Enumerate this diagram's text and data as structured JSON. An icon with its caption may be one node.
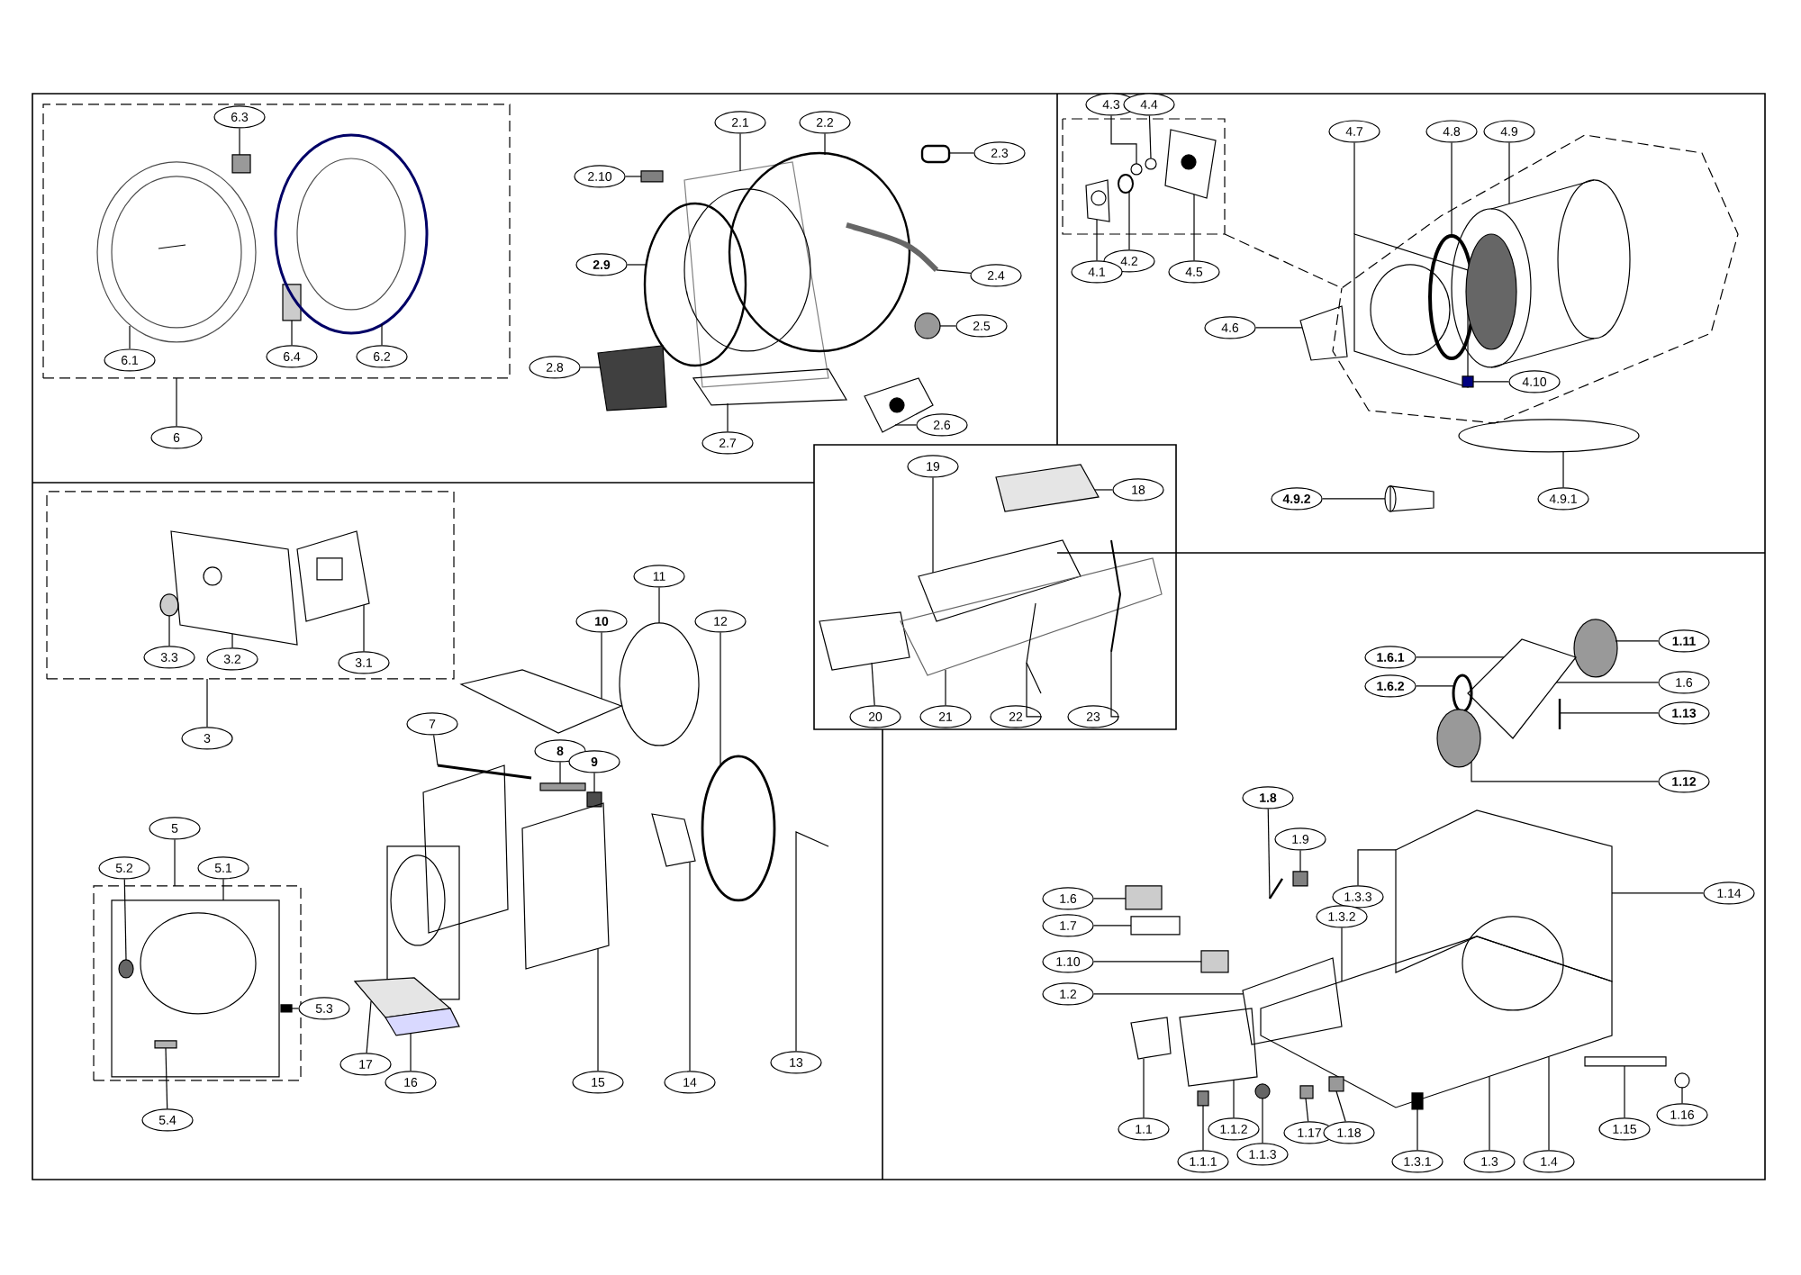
{
  "diagram": {
    "nodes": [
      {
        "text": [],
        "shape": "box"
      },
      {
        "text": [],
        "shape": "box"
      },
      {
        "text": [],
        "shape": "box"
      },
      {
        "text": [
          "6.3"
        ],
        "in": 0
      },
      {
        "text": [
          "6.1"
        ],
        "in": 0
      },
      {
        "text": [
          "6.4"
        ],
        "in": 0
      },
      {
        "text": [
          "6.2"
        ],
        "in": 0
      },
      {
        "text": [
          "6"
        ]
      },
      {
        "text": [
          "2.10"
        ]
      },
      {
        "text": [
          "2.1"
        ]
      },
      {
        "text": [
          "2.2"
        ]
      },
      {
        "text": [
          "2.3"
        ]
      },
      {
        "text": [
          "2.9"
        ]
      },
      {
        "text": [
          "2.4"
        ]
      },
      {
        "text": [
          "2.5"
        ]
      },
      {
        "text": [
          "2.8"
        ]
      },
      {
        "text": [
          "2.6"
        ]
      },
      {
        "text": [
          "2.7"
        ]
      },
      {
        "text": [
          "4.3"
        ]
      },
      {
        "text": [
          "4.4"
        ]
      },
      {
        "text": [
          "4.7"
        ]
      },
      {
        "text": [
          "4.8"
        ]
      },
      {
        "text": [
          "4.9"
        ]
      },
      {
        "text": [
          "4.2"
        ]
      },
      {
        "text": [
          "4.1"
        ]
      },
      {
        "text": [
          "4.5"
        ]
      },
      {
        "text": [
          "4.6"
        ]
      },
      {
        "text": [
          "4.10"
        ]
      },
      {
        "text": [
          "4.9.2"
        ]
      },
      {
        "text": [
          "4.9.1"
        ]
      },
      {
        "text": [
          "19"
        ]
      },
      {
        "text": [
          "18"
        ]
      },
      {
        "text": [
          "20"
        ]
      },
      {
        "text": [
          "21"
        ]
      },
      {
        "text": [
          "22"
        ]
      },
      {
        "text": [
          "23"
        ]
      },
      {
        "text": [
          "3.3"
        ],
        "in": 1
      },
      {
        "text": [
          "3.2"
        ],
        "in": 1
      },
      {
        "text": [
          "3.1"
        ],
        "in": 1
      },
      {
        "text": [
          "3"
        ]
      },
      {
        "text": [
          "11"
        ]
      },
      {
        "text": [
          "10"
        ]
      },
      {
        "text": [
          "12"
        ]
      },
      {
        "text": [
          "7"
        ]
      },
      {
        "text": [
          "8"
        ]
      },
      {
        "text": [
          "9"
        ]
      },
      {
        "text": [
          "5"
        ]
      },
      {
        "text": [
          "5.2"
        ]
      },
      {
        "text": [
          "5.1"
        ]
      },
      {
        "text": [
          "5.3"
        ]
      },
      {
        "text": [
          "17"
        ]
      },
      {
        "text": [
          "16"
        ]
      },
      {
        "text": [
          "15"
        ]
      },
      {
        "text": [
          "14"
        ]
      },
      {
        "text": [
          "13"
        ]
      },
      {
        "text": [
          "5.4"
        ]
      },
      {
        "text": [
          "1.11"
        ]
      },
      {
        "text": [
          "1.6.1"
        ]
      },
      {
        "text": [
          "1.6"
        ]
      },
      {
        "text": [
          "1.6.2"
        ]
      },
      {
        "text": [
          "1.13"
        ]
      },
      {
        "text": [
          "1.12"
        ]
      },
      {
        "text": [
          "1.8"
        ]
      },
      {
        "text": [
          "1.9"
        ]
      },
      {
        "text": [
          "1.14"
        ]
      },
      {
        "text": [
          "1.3.3"
        ]
      },
      {
        "text": [
          "1.6"
        ]
      },
      {
        "text": [
          "1.3.2"
        ]
      },
      {
        "text": [
          "1.7"
        ]
      },
      {
        "text": [
          "1.10"
        ]
      },
      {
        "text": [
          "1.2"
        ]
      },
      {
        "text": [
          "1.1"
        ]
      },
      {
        "text": [
          "1.1.2"
        ]
      },
      {
        "text": [
          "1.17"
        ]
      },
      {
        "text": [
          "1.18"
        ]
      },
      {
        "text": [
          "1.15"
        ]
      },
      {
        "text": [
          "1.16"
        ]
      },
      {
        "text": [
          "1.1.1"
        ]
      },
      {
        "text": [
          "1.1.3"
        ]
      },
      {
        "text": [
          "1.3.1"
        ]
      },
      {
        "text": [
          "1.3"
        ]
      },
      {
        "text": [
          "1.4"
        ]
      },
      {
        "text": [],
        "shape": "box",
        "in": 0
      },
      {
        "text": [],
        "shape": "picture",
        "in": 0
      },
      {
        "text": [],
        "shape": "box",
        "in": 0
      },
      {
        "text": [],
        "shape": "picture",
        "in": 0
      },
      {
        "text": [],
        "shape": "box"
      },
      {
        "text": [],
        "shape": "picture"
      },
      {
        "text": [],
        "shape": "circle"
      },
      {
        "text": [],
        "shape": "box"
      },
      {
        "text": [],
        "shape": "circle"
      },
      {
        "text": [],
        "shape": "picture"
      },
      {
        "text": [],
        "shape": "circle"
      },
      {
        "text": [],
        "shape": "box"
      },
      {
        "text": [],
        "shape": "picture"
      },
      {
        "text": [],
        "shape": "box"
      },
      {
        "text": [],
        "shape": "picture"
      },
      {
        "text": [],
        "shape": "circle"
      },
      {
        "text": [],
        "shape": "circle"
      },
      {
        "text": [],
        "shape": "circle"
      },
      {
        "text": [],
        "shape": "picture"
      },
      {
        "text": [],
        "shape": "picture"
      },
      {
        "text": [],
        "shape": "circle"
      },
      {
        "text": [],
        "shape": "cylinder"
      },
      {
        "text": [],
        "shape": "box"
      },
      {
        "text": [],
        "shape": "box"
      },
      {
        "text": [],
        "shape": "cone"
      },
      {
        "text": [],
        "shape": "circle"
      },
      {
        "text": [],
        "shape": "box"
      },
      {
        "text": [],
        "shape": "box"
      },
      {
        "text": [],
        "shape": "box"
      },
      {
        "text": [],
        "shape": "box"
      },
      {
        "text": [],
        "shape": "picture"
      },
      {
        "text": [],
        "shape": "picture"
      },
      {
        "text": [],
        "shape": "circle",
        "in": 1
      },
      {
        "text": [],
        "shape": "picture",
        "in": 1
      },
      {
        "text": [],
        "shape": "picture",
        "in": 1
      },
      {
        "text": [],
        "shape": "circle"
      },
      {
        "text": [],
        "shape": "box"
      },
      {
        "text": [],
        "shape": "circle"
      },
      {
        "text": [],
        "shape": "bar"
      },
      {
        "text": [],
        "shape": "box"
      },
      {
        "text": [],
        "shape": "box"
      },
      {
        "text": [],
        "shape": "picture",
        "in": 2
      },
      {
        "text": [],
        "shape": "circle",
        "in": 123
      },
      {
        "text": [],
        "shape": "box",
        "in": 2
      },
      {
        "text": [],
        "shape": "box"
      },
      {
        "text": [],
        "shape": "box"
      },
      {
        "text": [],
        "shape": "box"
      },
      {
        "text": [],
        "shape": "box"
      },
      {
        "text": [],
        "shape": "picture"
      },
      {
        "text": [],
        "shape": "box",
        "in": 123
      },
      {
        "text": [],
        "shape": "circle"
      },
      {
        "text": [],
        "shape": "box"
      },
      {
        "text": [],
        "shape": "circle"
      },
      {
        "text": [],
        "shape": "bar"
      },
      {
        "text": [],
        "shape": "circle"
      },
      {
        "text": [],
        "shape": "picture"
      },
      {
        "text": [],
        "shape": "box"
      },
      {
        "text": [],
        "shape": "picture"
      },
      {
        "text": [],
        "shape": "box"
      },
      {
        "text": [],
        "shape": "box"
      },
      {
        "text": [],
        "shape": "box"
      },
      {
        "text": [],
        "shape": "box"
      },
      {
        "text": [],
        "shape": "box"
      },
      {
        "text": [],
        "shape": "box"
      },
      {
        "text": [],
        "shape": "box"
      },
      {
        "text": [],
        "shape": "circle"
      },
      {
        "text": [],
        "shape": "box"
      },
      {
        "text": [],
        "shape": "box"
      },
      {
        "text": [],
        "shape": "box"
      },
      {
        "text": [],
        "shape": "circle"
      },
      {
        "text": [],
        "shape": "box"
      }
    ],
    "edges": [
      {
        "from": 3,
        "to": 82,
        "arrow": "none"
      },
      {
        "from": 4,
        "to": 83,
        "arrow": "none"
      },
      {
        "from": 5,
        "to": 84,
        "arrow": "none"
      },
      {
        "from": 6,
        "to": 85,
        "arrow": "none"
      },
      {
        "from": 7,
        "to": 0,
        "arrow": "none"
      },
      {
        "from": 8,
        "to": 86,
        "arrow": "none"
      },
      {
        "from": 9,
        "to": 87,
        "arrow": "none"
      },
      {
        "from": 10,
        "to": 88,
        "arrow": "none"
      },
      {
        "from": 11,
        "to": 89,
        "arrow": "none"
      },
      {
        "from": 12,
        "to": 90,
        "arrow": "none"
      },
      {
        "from": 13,
        "to": 91,
        "arrow": "none"
      },
      {
        "from": 14,
        "to": 92,
        "arrow": "none"
      },
      {
        "from": 15,
        "to": 93,
        "arrow": "none"
      },
      {
        "from": 16,
        "to": 94,
        "arrow": "none"
      },
      {
        "from": 17,
        "to": 95,
        "arrow": "none"
      },
      {
        "from": 18,
        "to": 98,
        "arrow": "none"
      },
      {
        "from": 19,
        "to": 99,
        "arrow": "none"
      },
      {
        "from": 20,
        "to": 101,
        "arrow": "none"
      },
      {
        "from": 21,
        "to": 102,
        "arrow": "none"
      },
      {
        "from": 22,
        "to": 103,
        "arrow": "none"
      },
      {
        "from": 23,
        "to": 97,
        "arrow": "none"
      },
      {
        "from": 24,
        "to": 96,
        "arrow": "none"
      },
      {
        "from": 25,
        "to": 100,
        "arrow": "none"
      },
      {
        "from": 26,
        "to": 104,
        "arrow": "none"
      },
      {
        "from": 27,
        "to": 105,
        "arrow": "none"
      },
      {
        "from": 28,
        "to": 106,
        "arrow": "none"
      },
      {
        "from": 29,
        "to": 107,
        "arrow": "none"
      },
      {
        "from": 30,
        "to": 108,
        "arrow": "none"
      },
      {
        "from": 31,
        "to": 109,
        "arrow": "none"
      },
      {
        "from": 32,
        "to": 110,
        "arrow": "none"
      },
      {
        "from": 33,
        "to": 111,
        "arrow": "none"
      },
      {
        "from": 34,
        "to": 112,
        "arrow": "none"
      },
      {
        "from": 35,
        "to": 113,
        "arrow": "none"
      },
      {
        "from": 36,
        "to": 114,
        "arrow": "none"
      },
      {
        "from": 37,
        "to": 115,
        "arrow": "none"
      },
      {
        "from": 38,
        "to": 116,
        "arrow": "none"
      },
      {
        "from": 39,
        "to": 1,
        "arrow": "none"
      },
      {
        "from": 40,
        "to": 117,
        "arrow": "none"
      },
      {
        "from": 41,
        "to": 118,
        "arrow": "none"
      },
      {
        "from": 42,
        "to": 119,
        "arrow": "none"
      },
      {
        "from": 43,
        "to": 120,
        "arrow": "none"
      },
      {
        "from": 44,
        "to": 121,
        "arrow": "none"
      },
      {
        "from": 45,
        "to": 122,
        "arrow": "none"
      },
      {
        "from": 46,
        "to": 2,
        "arrow": "none"
      },
      {
        "from": 47,
        "to": 124,
        "arrow": "none"
      },
      {
        "from": 48,
        "to": 123,
        "arrow": "none"
      },
      {
        "from": 49,
        "to": 125,
        "arrow": "none"
      },
      {
        "from": 50,
        "to": 126,
        "arrow": "none"
      },
      {
        "from": 51,
        "to": 127,
        "arrow": "none"
      },
      {
        "from": 52,
        "to": 128,
        "arrow": "none"
      },
      {
        "from": 53,
        "to": 129,
        "arrow": "none"
      },
      {
        "from": 54,
        "to": 130,
        "arrow": "none"
      },
      {
        "from": 55,
        "to": 131,
        "arrow": "none"
      },
      {
        "from": 56,
        "to": 132,
        "arrow": "none"
      },
      {
        "from": 57,
        "to": 133,
        "arrow": "none"
      },
      {
        "from": 58,
        "to": 133,
        "arrow": "none"
      },
      {
        "from": 59,
        "to": 134,
        "arrow": "none"
      },
      {
        "from": 60,
        "to": 135,
        "arrow": "none"
      },
      {
        "from": 61,
        "to": 136,
        "arrow": "none"
      },
      {
        "from": 62,
        "to": 137,
        "arrow": "none"
      },
      {
        "from": 63,
        "to": 138,
        "arrow": "none"
      },
      {
        "from": 64,
        "to": 139,
        "arrow": "none"
      },
      {
        "from": 65,
        "to": 139,
        "arrow": "none"
      },
      {
        "from": 66,
        "to": 140,
        "arrow": "none"
      },
      {
        "from": 67,
        "to": 139,
        "arrow": "none"
      },
      {
        "from": 68,
        "to": 141,
        "arrow": "none"
      },
      {
        "from": 69,
        "to": 142,
        "arrow": "none"
      },
      {
        "from": 70,
        "to": 143,
        "arrow": "none"
      },
      {
        "from": 71,
        "to": 144,
        "arrow": "none"
      },
      {
        "from": 72,
        "to": 145,
        "arrow": "none"
      },
      {
        "from": 73,
        "to": 148,
        "arrow": "none"
      },
      {
        "from": 74,
        "to": 149,
        "arrow": "none"
      },
      {
        "from": 75,
        "to": 150,
        "arrow": "none"
      },
      {
        "from": 76,
        "to": 151,
        "arrow": "none"
      },
      {
        "from": 77,
        "to": 146,
        "arrow": "none"
      },
      {
        "from": 78,
        "to": 147,
        "arrow": "none"
      },
      {
        "from": 79,
        "to": 152,
        "arrow": "none"
      },
      {
        "from": 80,
        "to": 139,
        "arrow": "none"
      },
      {
        "from": 81,
        "to": 139,
        "arrow": "none"
      }
    ]
  }
}
